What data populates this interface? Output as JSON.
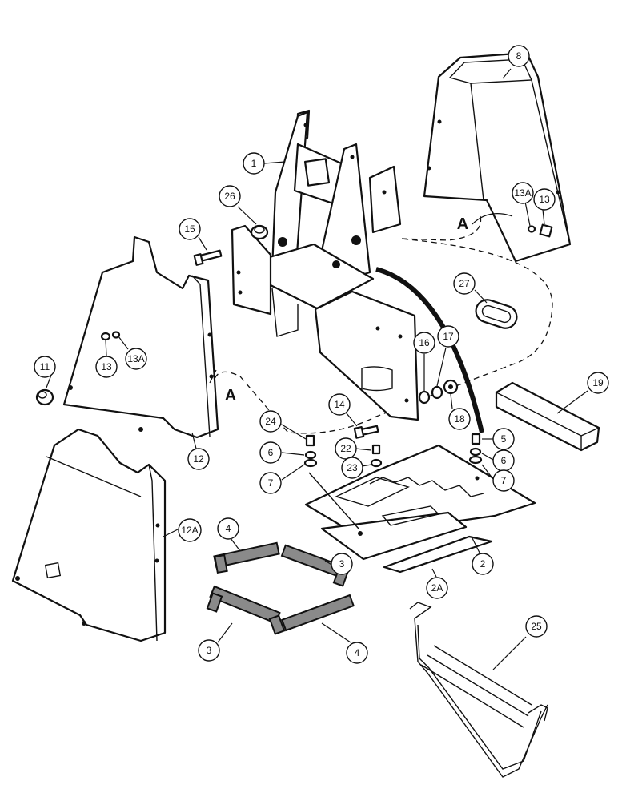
{
  "callouts": {
    "c1": "1",
    "c2": "2",
    "c2a": "2A",
    "c3a": "3",
    "c3b": "3",
    "c4a": "4",
    "c4b": "4",
    "c5": "5",
    "c6a": "6",
    "c6b": "6",
    "c7a": "7",
    "c7b": "7",
    "c8": "8",
    "c11": "11",
    "c12": "12",
    "c12a": "12A",
    "c13a": "13",
    "c13b": "13",
    "c13aa": "13A",
    "c13ab": "13A",
    "c14": "14",
    "c15": "15",
    "c16": "16",
    "c17": "17",
    "c18": "18",
    "c19": "19",
    "c22": "22",
    "c23": "23",
    "c24": "24",
    "c25": "25",
    "c26": "26",
    "c27": "27"
  },
  "reference_letters": {
    "a1": "A",
    "a2": "A"
  }
}
